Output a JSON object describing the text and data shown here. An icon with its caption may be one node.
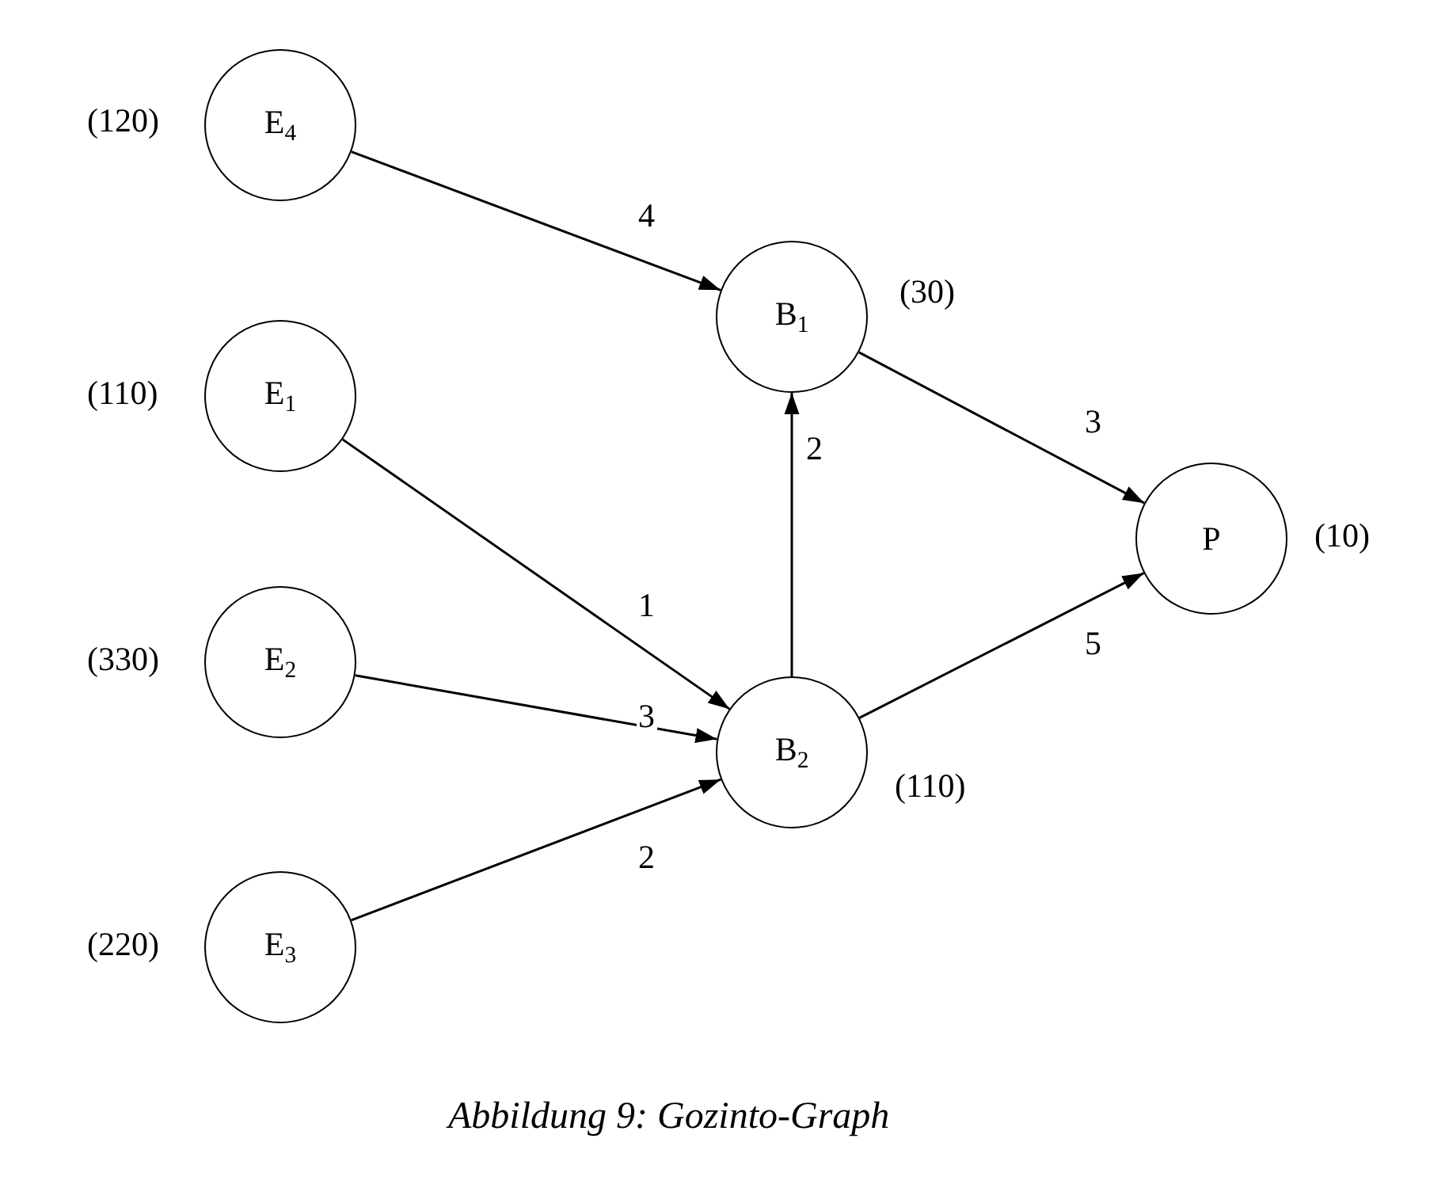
{
  "diagram": {
    "caption": "Abbildung 9: Gozinto-Graph",
    "nodes": [
      {
        "text": [
          "E$_{4}$"
        ],
        "beside": [
          "(120)"
        ]
      },
      {
        "text": [
          "E$_{1}$"
        ],
        "beside": [
          "(110)"
        ]
      },
      {
        "text": [
          "E$_{2}$"
        ],
        "beside": [
          "(330)"
        ]
      },
      {
        "text": [
          "E$_{3}$"
        ],
        "beside": [
          "(220)"
        ]
      },
      {
        "text": [
          "B$_{1}$"
        ],
        "beside": [
          "(30)"
        ]
      },
      {
        "text": [
          "B$_{2}$"
        ],
        "beside": [
          "(110)"
        ]
      },
      {
        "text": [
          "P"
        ],
        "beside": [
          "(10)"
        ]
      }
    ],
    "edges": [
      {
        "from": 0,
        "to": 4,
        "arrow": "to",
        "label": "4"
      },
      {
        "from": 1,
        "to": 5,
        "arrow": "to",
        "label": "1"
      },
      {
        "from": 2,
        "to": 5,
        "arrow": "to",
        "label": "3"
      },
      {
        "from": 3,
        "to": 5,
        "arrow": "to",
        "label": "2"
      },
      {
        "from": 5,
        "to": 4,
        "arrow": "to",
        "label": "2"
      },
      {
        "from": 4,
        "to": 6,
        "arrow": "to",
        "label": "3"
      },
      {
        "from": 5,
        "to": 6,
        "arrow": "to",
        "label": "5"
      }
    ]
  }
}
